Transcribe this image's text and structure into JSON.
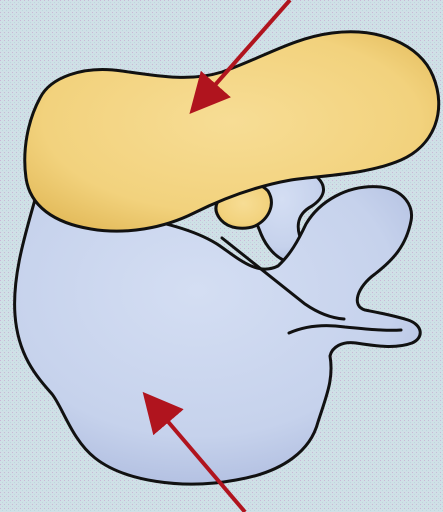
{
  "background_color": "#cfe0e6",
  "outline_color": "#111111",
  "arrow_color": "#b0141e",
  "shapes": [
    {
      "id": "large-subunit",
      "color": "#f2d27d",
      "shadow": "#e3bb5b"
    },
    {
      "id": "small-subunit",
      "color": "#c6d2ec",
      "shadow": "#a9b7dc"
    }
  ],
  "arrows": [
    {
      "id": "arrow-top",
      "points_to": "large-subunit"
    },
    {
      "id": "arrow-bottom",
      "points_to": "small-subunit"
    }
  ]
}
